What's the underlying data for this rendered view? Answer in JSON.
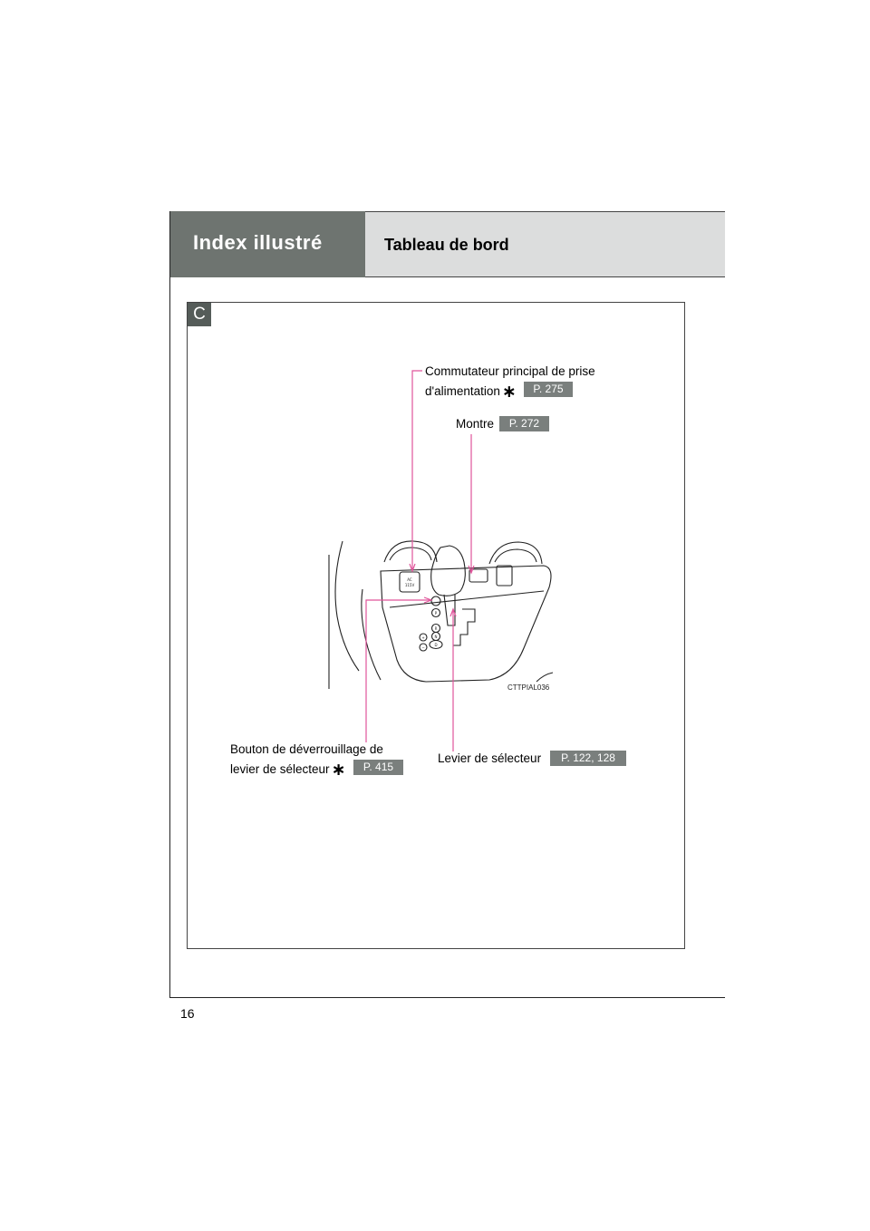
{
  "header": {
    "section": "Index illustré",
    "title": "Tableau de bord"
  },
  "badge": "C",
  "callouts": {
    "power_outlet": {
      "line1": "Commutateur principal de prise",
      "line2": "d'alimentation",
      "star": "∗",
      "ref": "P. 275"
    },
    "clock": {
      "label": "Montre",
      "ref": "P. 272"
    },
    "shift_lock": {
      "line1": "Bouton de déverrouillage de",
      "line2": "levier de sélecteur",
      "star": "∗",
      "ref": "P. 415"
    },
    "selector": {
      "label": "Levier de sélecteur",
      "ref": "P. 122, 128"
    }
  },
  "illustration": {
    "code": "CTTPIAL036",
    "outlet_label_1": "AC",
    "outlet_label_2": "115V",
    "gear_p": "P",
    "gear_r": "R",
    "gear_n": "N",
    "gear_d": "D",
    "gear_plus": "+",
    "gear_minus": "−"
  },
  "footer": {
    "page_number": "16"
  },
  "colors": {
    "leader_line": "#e0559b",
    "tab": "#6e7470",
    "header_bg": "#dcdddd",
    "ref_badge": "#7a7f7d"
  }
}
